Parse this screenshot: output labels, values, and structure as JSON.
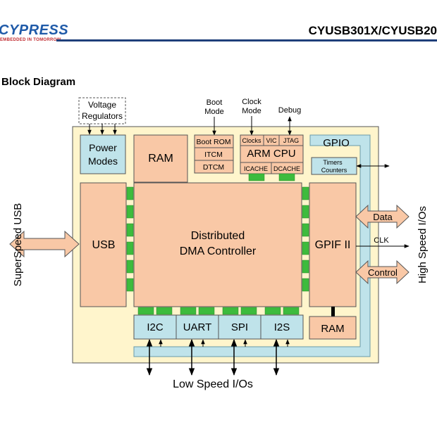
{
  "header": {
    "logo_text": "CYPRESS",
    "tagline": "EMBEDDED IN TOMORROW",
    "doc_title": "CYUSB301X/CYUSB20"
  },
  "section_title": "Block Diagram",
  "diagram": {
    "voltage_regulators": [
      "Voltage",
      "Regulators"
    ],
    "power_modes": [
      "Power",
      "Modes"
    ],
    "ram_top": "RAM",
    "boot_mode": [
      "Boot",
      "Mode"
    ],
    "clock_mode": [
      "Clock",
      "Mode"
    ],
    "debug": "Debug",
    "boot_rom": "Boot ROM",
    "itcm": "ITCM",
    "dtcm": "DTCM",
    "clocks": "Clocks",
    "vic": "VIC",
    "jtag": "JTAG",
    "arm_cpu": "ARM CPU",
    "icache": "ICACHE",
    "dcache": "DCACHE",
    "gpio": "GPIO",
    "timers_counters": [
      "Timers",
      "Counters"
    ],
    "usb": "USB",
    "dma": [
      "Distributed",
      "DMA Controller"
    ],
    "gpif": "GPIF II",
    "data": "Data",
    "clk": "CLK",
    "control": "Control",
    "i2c": "I2C",
    "uart": "UART",
    "spi": "SPI",
    "i2s": "I2S",
    "ram_bottom": "RAM",
    "superspeed_usb": "SuperSpeed USB",
    "high_speed_ios": "High Speed I/Os",
    "low_speed_ios": "Low Speed I/Os"
  },
  "colors": {
    "salmon": "#f9c8a6",
    "blue_box": "#bfe3ea",
    "chip_bg": "#fff5cc",
    "green": "#3dbb3d",
    "header_blue": "#1f3f7a"
  }
}
